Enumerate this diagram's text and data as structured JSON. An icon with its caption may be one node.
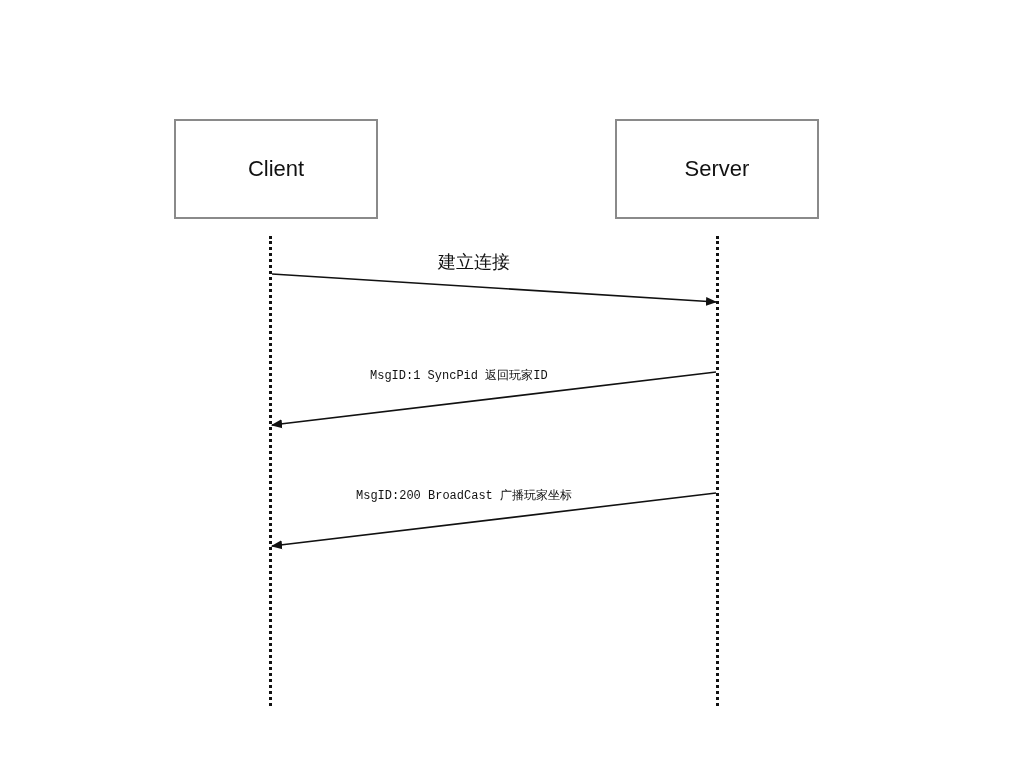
{
  "diagram": {
    "nodes": [
      {
        "text": [
          "Client"
        ]
      },
      {
        "text": [
          "Server"
        ]
      },
      {
        "text": [],
        "shape": "bar"
      },
      {
        "text": [],
        "shape": "bar"
      }
    ],
    "edges": [
      {
        "from": 2,
        "to": 3,
        "arrow": "to",
        "label": "建立连接"
      },
      {
        "from": 3,
        "to": 2,
        "arrow": "to",
        "label": "MsgID:1 SyncPid 返回玩家ID"
      },
      {
        "from": 3,
        "to": 2,
        "arrow": "to",
        "label": "MsgID:200 BroadCast 广播玩家坐标"
      }
    ]
  }
}
